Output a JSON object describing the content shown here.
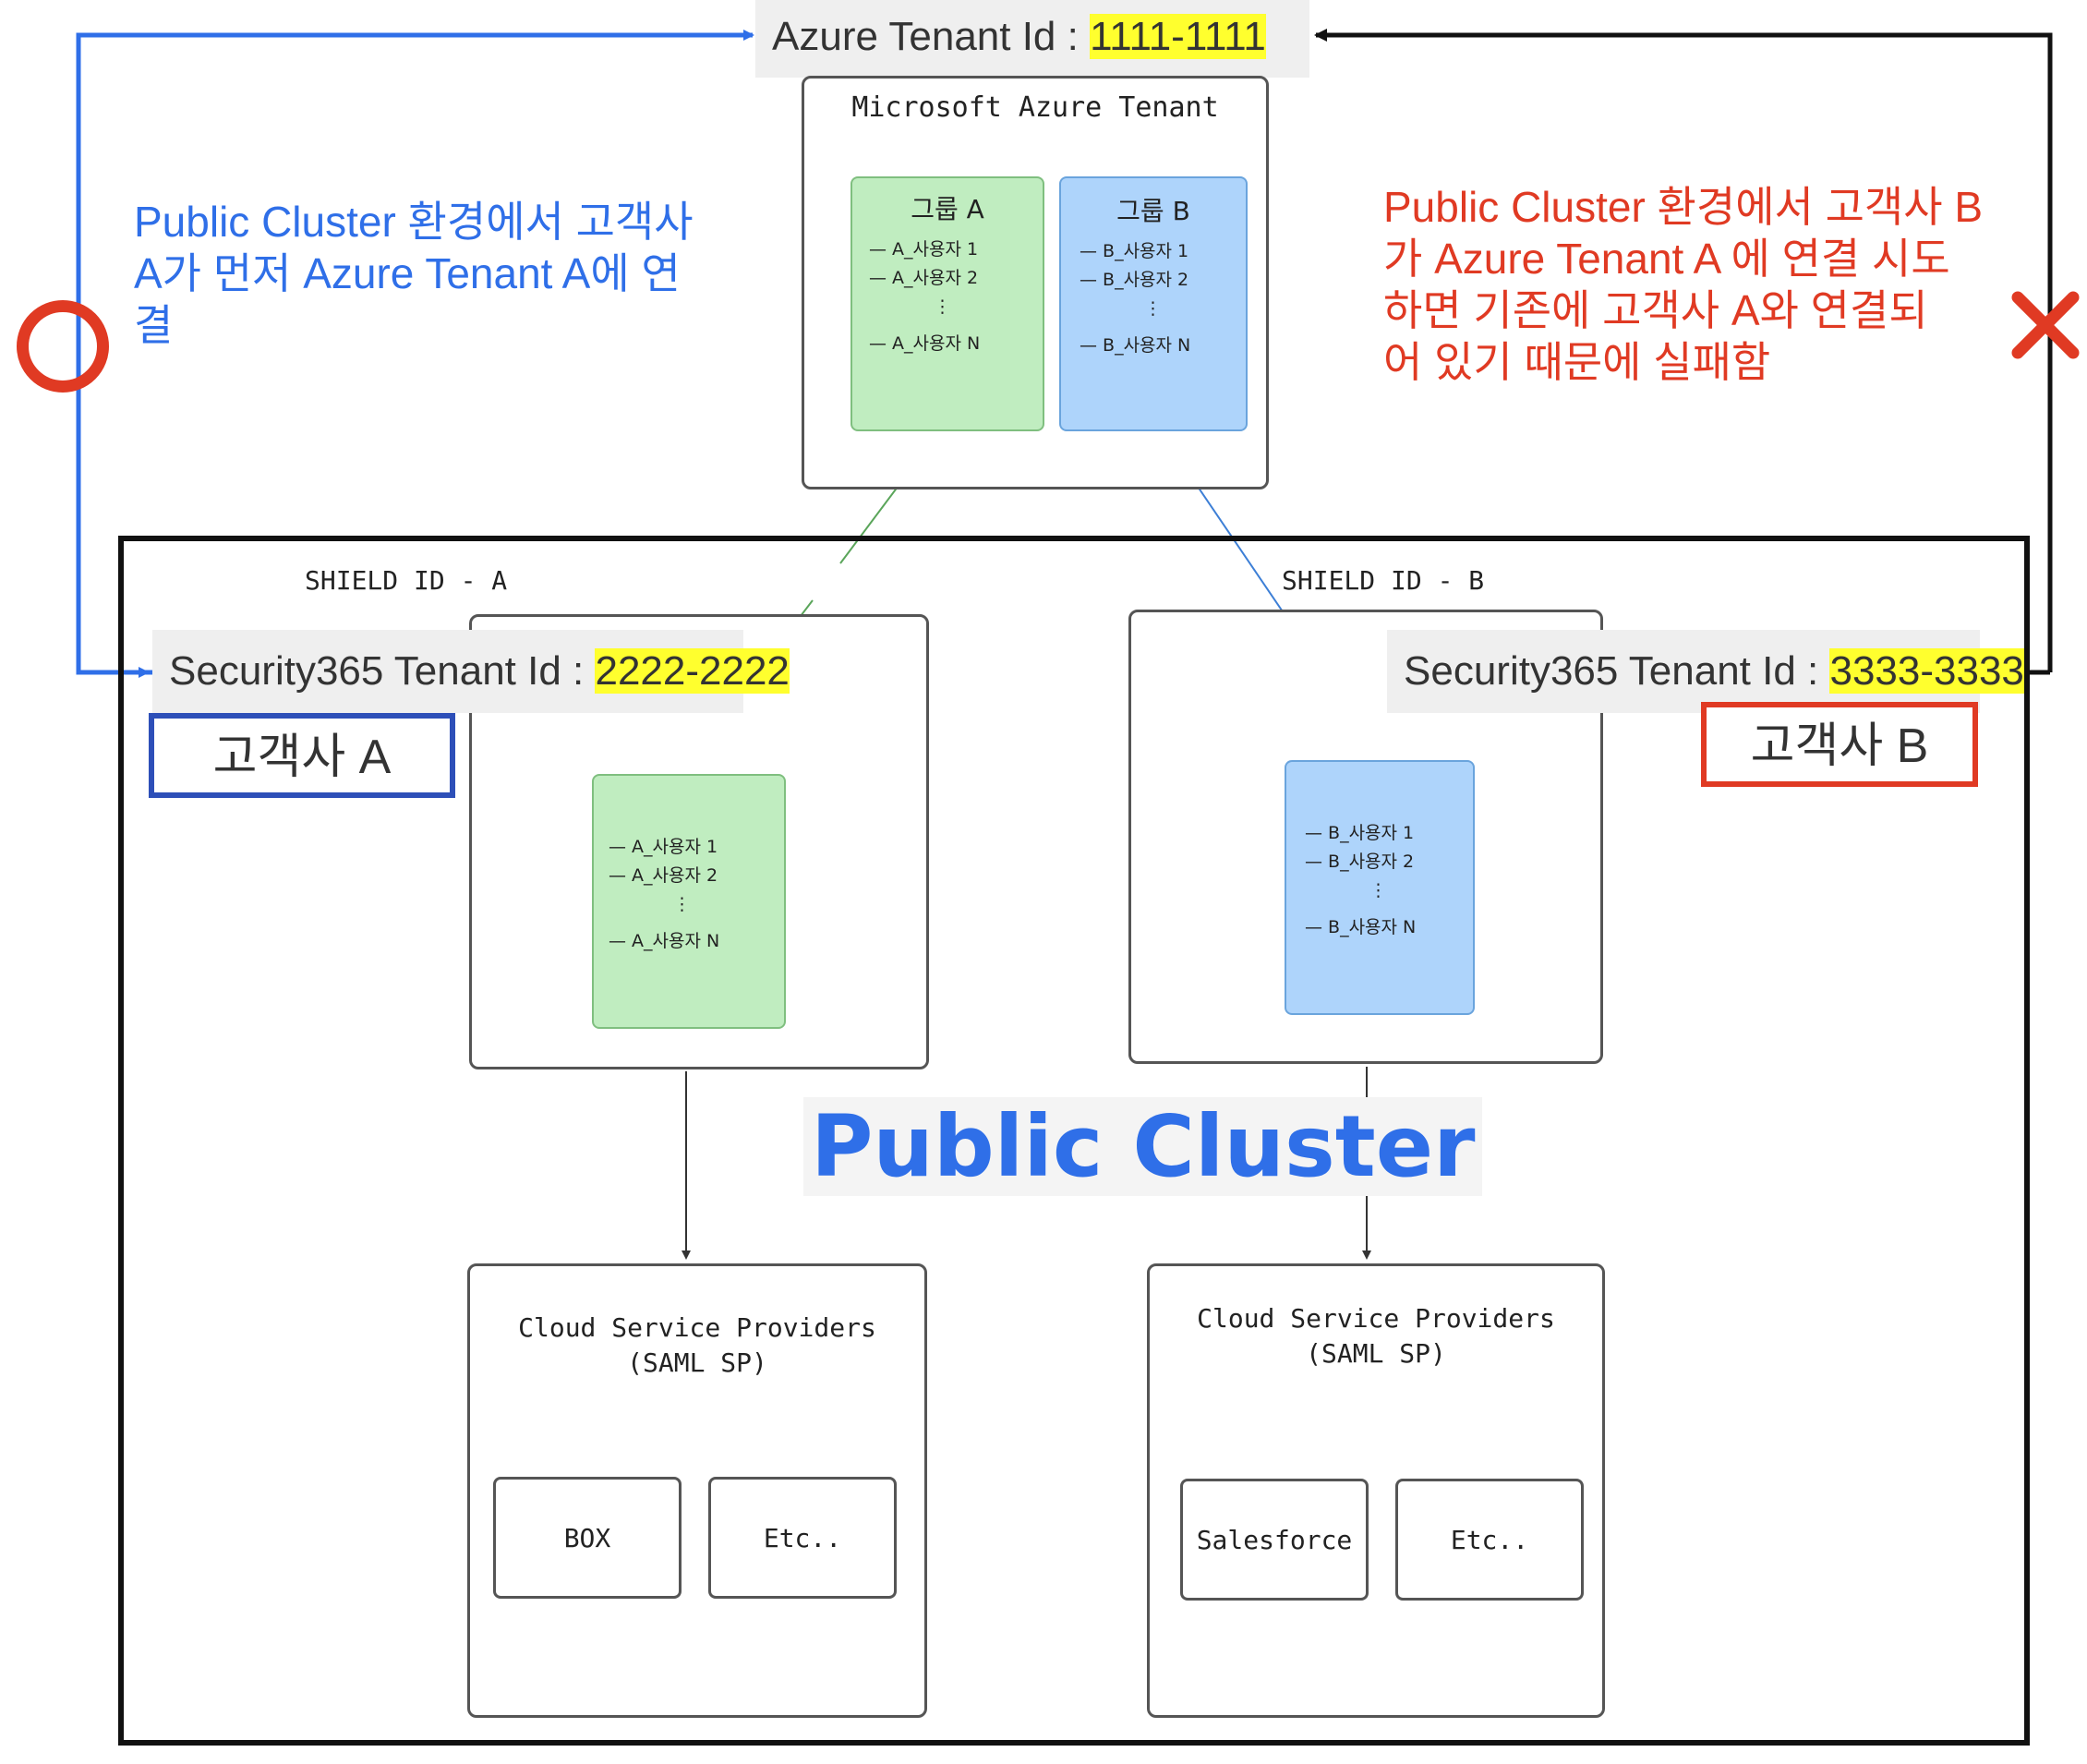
{
  "azure": {
    "tenant_id_label": "Azure Tenant Id : ",
    "tenant_id_value": "1111-1111",
    "box_title": "Microsoft Azure Tenant",
    "group_a": {
      "title": "그룹 A",
      "users": [
        "A_사용자 1",
        "A_사용자 2"
      ],
      "dots": "⋮",
      "last": "A_사용자 N"
    },
    "group_b": {
      "title": "그룹 B",
      "users": [
        "B_사용자 1",
        "B_사용자 2"
      ],
      "dots": "⋮",
      "last": "B_사용자 N"
    }
  },
  "notes": {
    "left_lines": [
      "Public Cluster 환경에서 고객사",
      "A가 먼저 Azure Tenant A에 연",
      "결"
    ],
    "right_lines": [
      "Public Cluster 환경에서 고객사 B",
      "가 Azure Tenant A 에 연결 시도",
      "하면 기존에 고객사 A와 연결되",
      "어 있기 때문에 실패함"
    ],
    "left_mark": "O",
    "right_mark": "✕"
  },
  "cluster": {
    "title": "Public Cluster",
    "shield_a": {
      "label": "SHIELD ID - A",
      "tenant_label": "Security365 Tenant Id : ",
      "tenant_value": "2222-2222",
      "customer": "고객사 A",
      "users": [
        "A_사용자 1",
        "A_사용자 2"
      ],
      "dots": "⋮",
      "last": "A_사용자 N",
      "csp_title": [
        "Cloud Service Providers",
        "(SAML SP)"
      ],
      "services": [
        "BOX",
        "Etc.."
      ]
    },
    "shield_b": {
      "label": "SHIELD ID - B",
      "tenant_label": "Security365 Tenant Id : ",
      "tenant_value": "3333-3333",
      "customer": "고객사 B",
      "users": [
        "B_사용자 1",
        "B_사용자 2"
      ],
      "dots": "⋮",
      "last": "B_사용자 N",
      "csp_title": [
        "Cloud Service Providers",
        "(SAML SP)"
      ],
      "services": [
        "Salesforce",
        "Etc.."
      ]
    }
  },
  "colors": {
    "blue_accent": "#2f6fe8",
    "red_accent": "#e03a23",
    "highlight": "#ffff2e",
    "customer_a_border": "#2d4fb8",
    "customer_b_border": "#e03a23"
  }
}
